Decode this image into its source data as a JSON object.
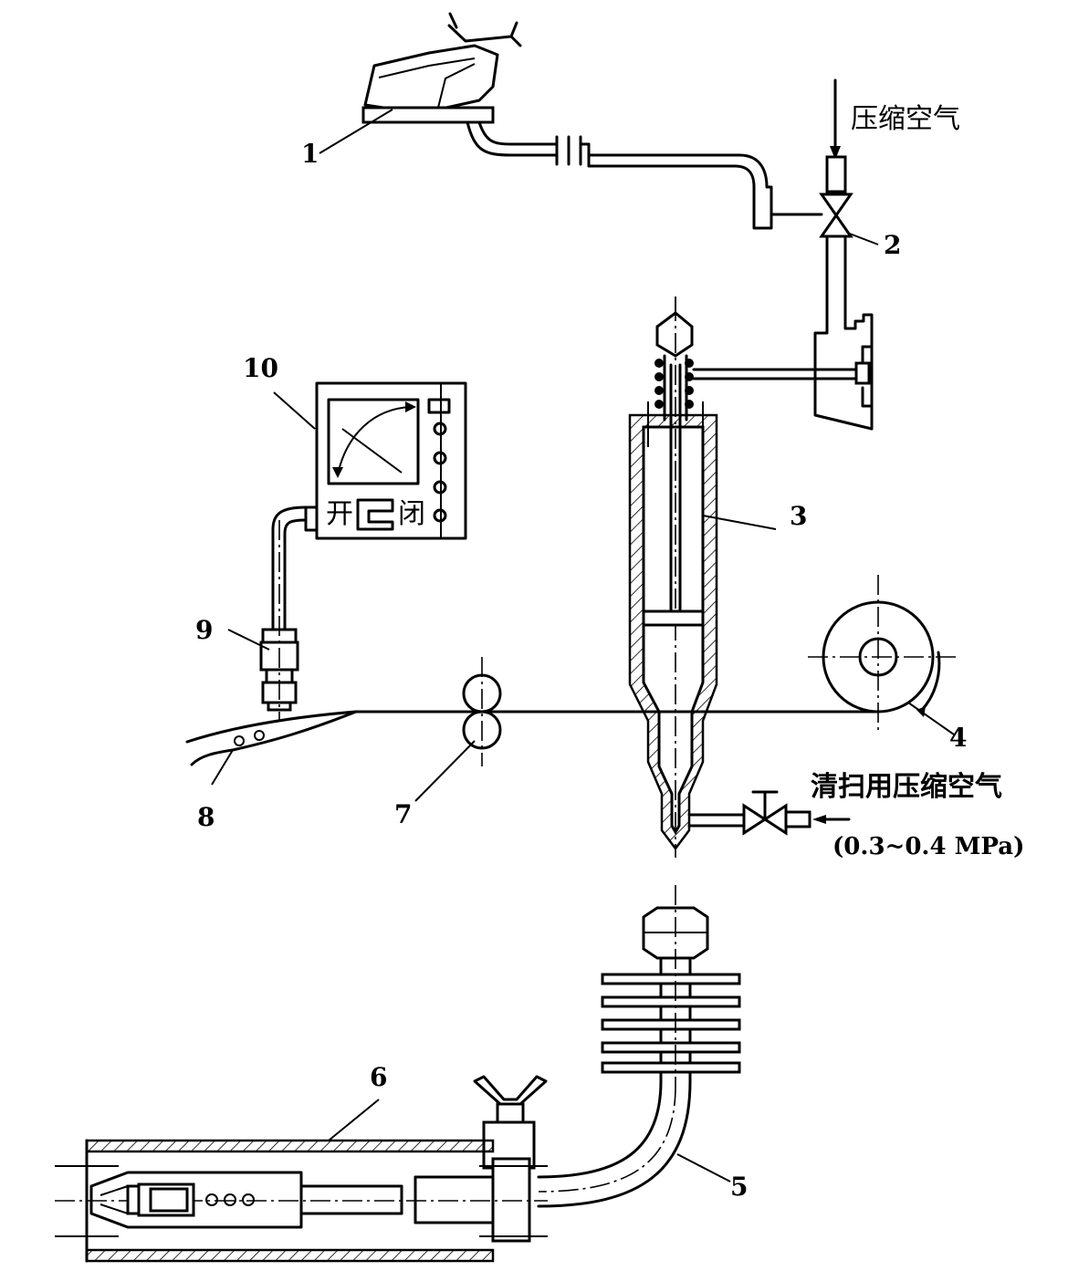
{
  "labels": {
    "n1": "1",
    "n2": "2",
    "n3": "3",
    "n4": "4",
    "n5": "5",
    "n6": "6",
    "n7": "7",
    "n8": "8",
    "n9": "9",
    "n10": "10"
  },
  "text": {
    "compressed_air": "压缩空气",
    "purge_air": "清扫用压缩空气",
    "purge_pressure": "(0.3~0.4 MPa)",
    "switch_open": "开",
    "switch_close": "闭"
  }
}
